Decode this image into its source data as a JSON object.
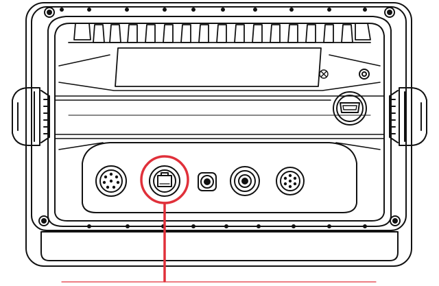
{
  "diagram": {
    "subject": "rear-panel-of-marine-display-unit",
    "highlighted_connector": "ethernet-port",
    "highlight_color": "#e0303a",
    "line_color": "#111111",
    "panel_color": "#ffffff",
    "connectors": [
      {
        "name": "nmea-connector",
        "kind": "multi-pin"
      },
      {
        "name": "ethernet-port",
        "kind": "rj45",
        "highlighted": true
      },
      {
        "name": "video-in-connector",
        "kind": "single-pin"
      },
      {
        "name": "sonar-connector",
        "kind": "bnc"
      },
      {
        "name": "power-connector",
        "kind": "multi-pin"
      },
      {
        "name": "hdmi-port",
        "kind": "hdmi"
      }
    ]
  }
}
